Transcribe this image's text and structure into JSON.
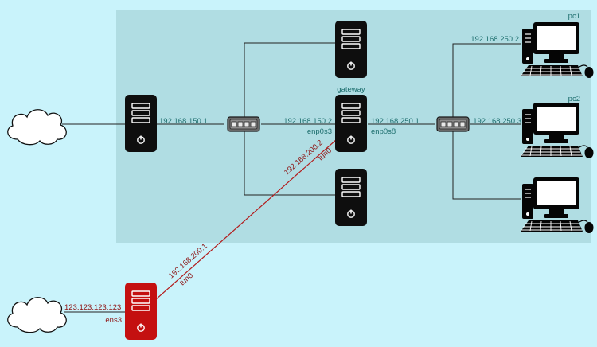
{
  "colors": {
    "page_bg": "#c9f3fb",
    "lan_bg": "#b0dde3",
    "device_dark": "#0e0e0e",
    "device_red": "#c41010",
    "teal_text": "#1d6e6e",
    "red_text": "#8e1414",
    "link_line": "#222222",
    "vpn_line": "#b31b1b"
  },
  "icons": [
    "cloud-icon",
    "server-icon",
    "switch-icon",
    "desktop-pc-icon",
    "power-icon"
  ],
  "labels": {
    "gateway": "gateway",
    "pc1": "pc1",
    "pc2": "pc2",
    "ip_server_left": "192.168.150.1",
    "ip_gateway_lan150": "192.168.150.2",
    "if_gateway_lan150": "enp0s3",
    "ip_gateway_lan250": "192.168.250.1",
    "if_gateway_lan250": "enp0s8",
    "ip_pc1": "192.168.250.2",
    "ip_pc2": "192.168.250.3",
    "ip_gateway_tun": "192.168.200.2",
    "if_gateway_tun": "tun0",
    "ip_remote_tun": "192.168.200.1",
    "if_remote_tun": "tun0",
    "ip_remote_public": "123.123.123.123",
    "if_remote_public": "ens3"
  }
}
